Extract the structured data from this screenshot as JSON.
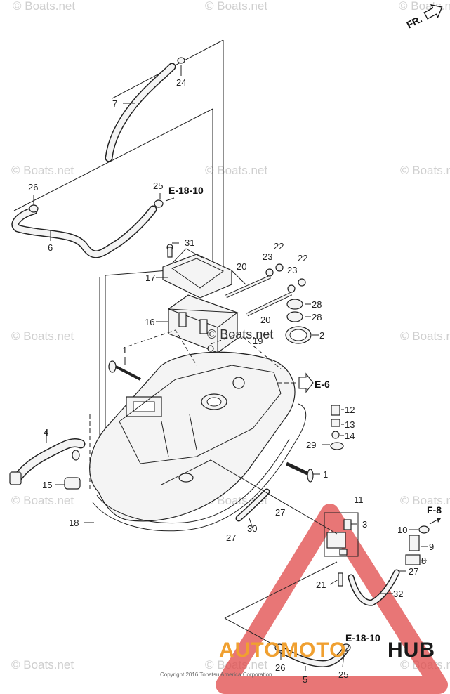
{
  "watermark_text": "© Boats.net",
  "direction_label": "FR.",
  "center_watermark": "© Boats.net",
  "callouts": {
    "c1a": "1",
    "c1b": "1",
    "c2": "2",
    "c3": "3",
    "c4": "4",
    "c5": "5",
    "c6": "6",
    "c7": "7",
    "c8": "8",
    "c9": "9",
    "c10": "10",
    "c11": "11",
    "c12": "12",
    "c13": "13",
    "c14": "14",
    "c15": "15",
    "c16": "16",
    "c17": "17",
    "c18": "18",
    "c19": "19",
    "c20a": "20",
    "c20b": "20",
    "c21": "21",
    "c22a": "22",
    "c22b": "22",
    "c23a": "23",
    "c23b": "23",
    "c24": "24",
    "c25a": "25",
    "c25b": "25",
    "c26a": "26",
    "c26b": "26",
    "c27a": "27",
    "c27b": "27",
    "c27c": "27",
    "c28a": "28",
    "c28b": "28",
    "c29": "29",
    "c30": "30",
    "c31": "31",
    "c32": "32"
  },
  "refs": {
    "e18_10_top": "E-18-10",
    "e6": "E-6",
    "f8": "F-8",
    "e18_10_bottom": "E-18-10"
  },
  "copyright": "Copyright 2016 Tohatsu America Corporation",
  "brand": {
    "auto": "AUTO",
    "moto": "MOTO",
    "hub": "HUB"
  },
  "colors": {
    "brand_orange": "#f0a030",
    "brand_dark": "#1a1a1a",
    "triangle_red": "#e04848"
  }
}
